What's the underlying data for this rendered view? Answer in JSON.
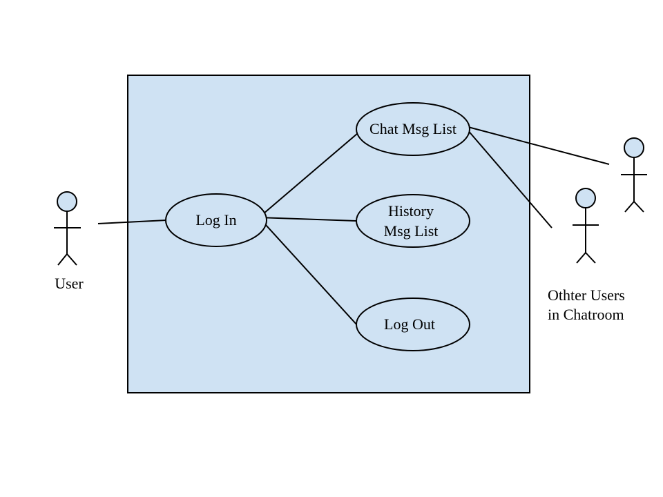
{
  "colors": {
    "system_fill": "#cfe2f3",
    "stroke": "#000000",
    "actor_head_fill": "#cfe2f3"
  },
  "actors": {
    "user": {
      "label": "User"
    },
    "others": {
      "label_line1": "Othter Users",
      "label_line2": "in Chatroom"
    }
  },
  "use_cases": {
    "log_in": {
      "label": "Log In"
    },
    "chat_msg_list": {
      "label": "Chat Msg List"
    },
    "history_msg_list": {
      "label_line1": "History",
      "label_line2": "Msg List"
    },
    "log_out": {
      "label": "Log Out"
    }
  }
}
